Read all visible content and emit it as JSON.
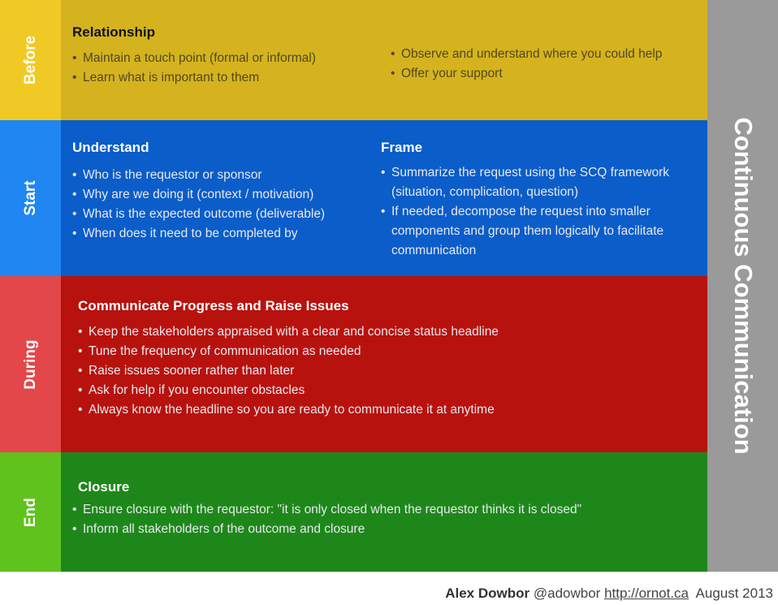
{
  "side_label": "Continuous Communication",
  "before": {
    "label": "Before",
    "title": "Relationship",
    "left": [
      "Maintain a touch point (formal or informal)",
      "Learn what is important to them"
    ],
    "right": [
      "Observe and understand where you could help",
      "Offer your support"
    ]
  },
  "start": {
    "label": "Start",
    "understand": {
      "title": "Understand",
      "items": [
        "Who is the requestor or sponsor",
        "Why are we doing it (context / motivation)",
        "What is the expected outcome (deliverable)",
        "When does it need to be completed by"
      ]
    },
    "frame": {
      "title": "Frame",
      "items": [
        "Summarize the request using the SCQ framework (situation, complication, question)",
        "If needed, decompose the request into smaller components and group them logically to facilitate communication"
      ]
    }
  },
  "during": {
    "label": "During",
    "title": "Communicate Progress and Raise Issues",
    "items": [
      "Keep the stakeholders appraised with a clear and concise status headline",
      "Tune the frequency of communication as needed",
      "Raise issues sooner rather than later",
      "Ask for help if you encounter obstacles",
      "Always know the headline so you are ready to communicate it at anytime"
    ]
  },
  "end": {
    "label": "End",
    "title": "Closure",
    "items": [
      "Ensure closure with the requestor: \"it is only closed when the requestor thinks it is closed\"",
      "Inform all stakeholders of the outcome and closure"
    ]
  },
  "footer": {
    "author": "Alex Dowbor",
    "handle": "@adowbor",
    "url": "http://ornot.ca",
    "date": "August 2013"
  }
}
